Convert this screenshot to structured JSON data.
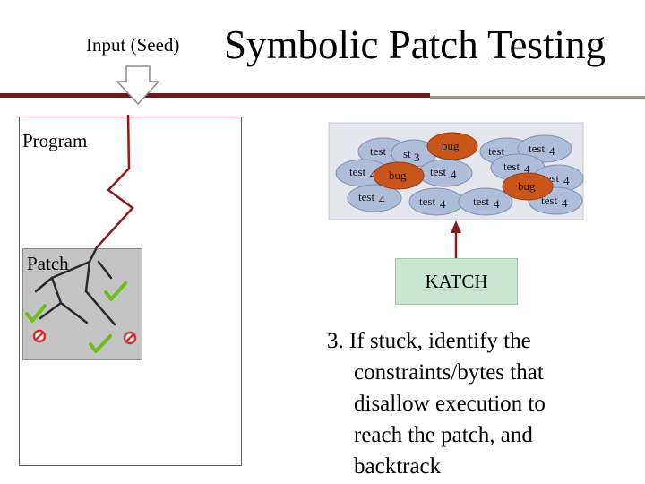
{
  "slide": {
    "title": "Symbolic Patch Testing",
    "input_label": "Input (Seed)",
    "program_label": "Program",
    "patch_label": "Patch",
    "katch_label": "KATCH",
    "step_lines": [
      "3. If stuck, identify the",
      "constraints/bytes that",
      "disallow execution to",
      "reach the patch, and",
      "backtrack"
    ]
  },
  "test_pool": {
    "ovals": [
      {
        "label": "test",
        "sub": "4"
      },
      {
        "label": "st",
        "sub": "3"
      },
      {
        "label": "test",
        "sub": ""
      },
      {
        "label": "test",
        "sub": "4"
      },
      {
        "label": "test",
        "sub": "4"
      },
      {
        "label": "test",
        "sub": "4"
      },
      {
        "label": "test",
        "sub": "4"
      },
      {
        "label": "test",
        "sub": "4"
      },
      {
        "label": "test",
        "sub": "4"
      },
      {
        "label": "test",
        "sub": "4"
      },
      {
        "label": "test",
        "sub": "4"
      },
      {
        "label": "test",
        "sub": "4"
      }
    ],
    "bugs": [
      "bug",
      "bug",
      "bug"
    ]
  },
  "colors": {
    "title_rule": "#6b1d1d",
    "frame_border": "#9b3b3b",
    "execution_path": "#8b1a1a",
    "oval_fill": "#aebdd9",
    "bug_fill": "#c8561a",
    "katch_fill": "#c9e6d2",
    "patch_fill": "#c4c4c4",
    "check_green": "#6bbf1a",
    "stop_red": "#d03030"
  },
  "icons": [
    "down-arrow-icon",
    "checkmark-icon",
    "stop-icon"
  ]
}
